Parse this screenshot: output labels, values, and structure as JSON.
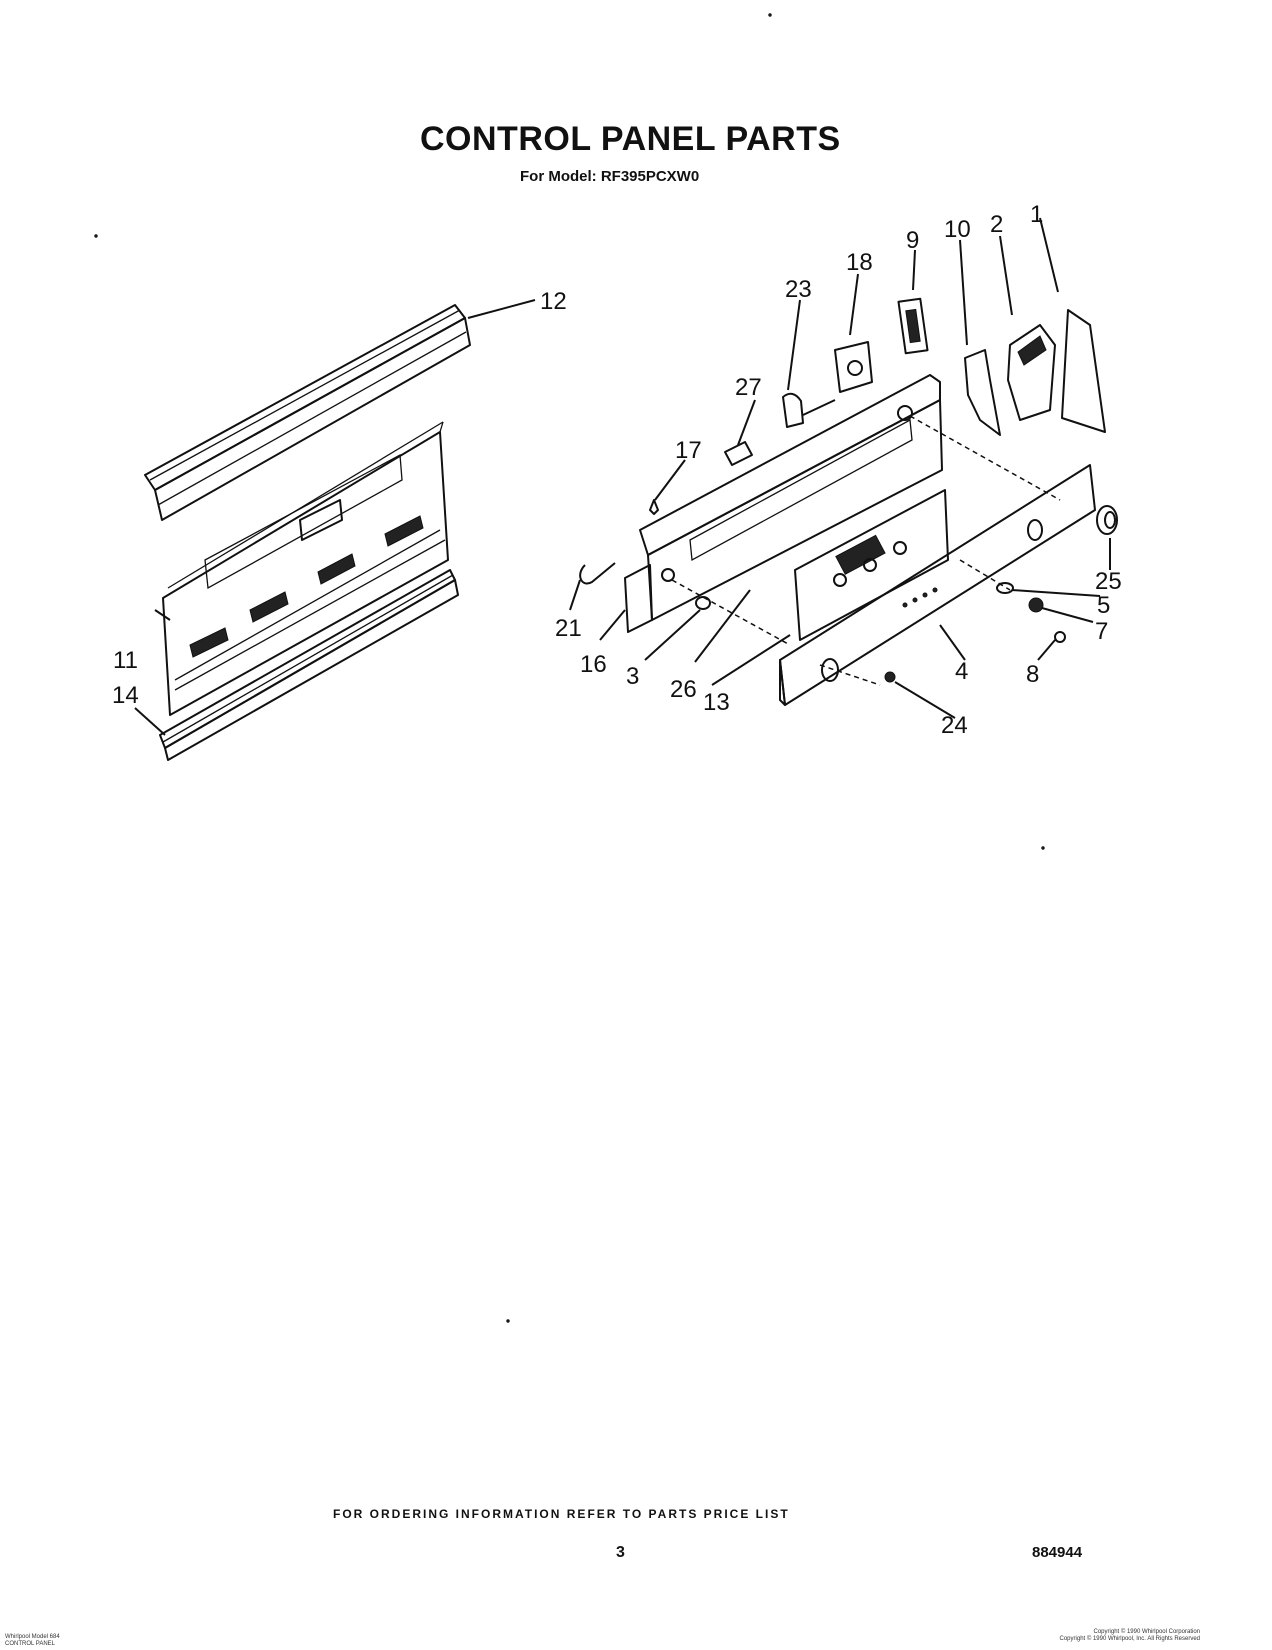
{
  "header": {
    "title": "CONTROL PANEL PARTS",
    "subtitle": "For Model: RF395PCXW0"
  },
  "callouts": [
    "1",
    "2",
    "3",
    "4",
    "5",
    "7",
    "8",
    "9",
    "10",
    "11",
    "12",
    "13",
    "14",
    "16",
    "17",
    "18",
    "21",
    "23",
    "24",
    "25",
    "26",
    "27"
  ],
  "footer": {
    "ordering_note": "FOR ORDERING INFORMATION REFER TO PARTS PRICE LIST",
    "page_number": "3",
    "document_number": "884944",
    "left_small_text_1": "Whirlpool Model 684",
    "left_small_text_2": "CONTROL PANEL",
    "right_small_text_1": "Copyright © 1990 Whirlpool Corporation",
    "right_small_text_2": "Copyright © 1990 Whirlpool, Inc. All Rights Reserved"
  }
}
